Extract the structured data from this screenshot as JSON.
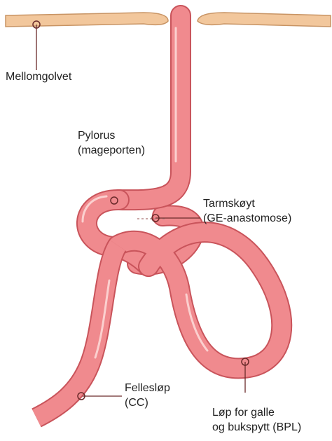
{
  "colors": {
    "intestine_fill": "#f08a8e",
    "intestine_stroke": "#c9545b",
    "intestine_highlight": "#fbd0cf",
    "diaphragm_fill": "#f2c79c",
    "diaphragm_stroke": "#c89464",
    "leader_line": "#6a2a2a",
    "label_text": "#222222"
  },
  "labels": {
    "diaphragm": "Mellomgolvet",
    "pylorus_line1": "Pylorus",
    "pylorus_line2": "(mageporten)",
    "anastomosis_line1": "Tarmskøyt",
    "anastomosis_line2": "(GE-anastomose)",
    "common_channel_line1": "Fellesløp",
    "common_channel_line2": "(CC)",
    "biliopancreatic_line1": "Løp for galle",
    "biliopancreatic_line2": "og bukspytt (BPL)"
  }
}
